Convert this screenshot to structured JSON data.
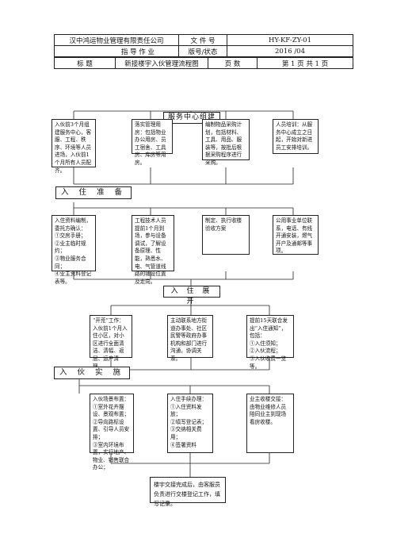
{
  "header": {
    "company": "汉中鸿运物业管理有限责任公司",
    "doc_type": "指 导 作 业",
    "file_no_label": "文 件 号",
    "file_no": "HY-KF-ZY-01",
    "version_label": "版号/状态",
    "version": "2016 /04",
    "title_label": "标 题",
    "title": "新接楼宇入伙管理流程图",
    "page_label": "页 数",
    "page": "第 1 页 共 1 页"
  },
  "top_box": "服务中心组建",
  "row1": [
    "入伙前3个月组建服务中心，客服、工程、秩序、环境等人员进场，入伙前1个月所有人员配齐。",
    "落实管理用房：包括物业办公用房、员工宿舍、工具房、库房等用房。",
    "编制物品采购计划，包括材料、工具、用品、服装等，按批后根据采购程序进行采购。",
    "人员培训：从服务中心成立之日起，开始对新进员工安排培训。"
  ],
  "section1": "入 住 准 备",
  "row2": [
    "入住资料编制，委托方确认：\n①交房手册；\n②业主临时规约；\n③物业服务合同；\n④业主资料登记表等。",
    "工程技术人员提前1个月到场，参与设备调试，了解设备原理、性能，熟悉水、电、气管道线路的铺设位置及走向。",
    "制定、执行收楼验收方案",
    "公用事业单位联系，电话、有线开通安装，燃气开户及通邮等事项。"
  ],
  "section2": "入 住 展 开",
  "row3": [
    "“开荒”工作：入伙前1个月入住小区，对小区进行全面清洁、清幅、返层、运户清理。",
    "主动联系地方街道办事处、社区民警等政府办事机构和部门进行沟通，协调关系。",
    "提前15天联合发出“入住通知”，包括：\n①入住须知；\n②入伙流程；\n③入伙收费一览等。"
  ],
  "section3": "入 伙 实 施",
  "row4": [
    "入伙场景布置：\n①室外花卉摆设、景观布置；\n②导向路标设置、引导人员安排；\n③室内环境布置，实行地产、物业、销售联合办公；",
    "入住手续办理：\n①入住资料发放；\n②填写登记表；\n③交纳相关费用；\n④签署资料",
    "业主收楼交接：由物业维修人员陪同业主到现场看房收楼。"
  ],
  "final_box": "楼宇交接完成后，由客服员负责进行交楼登记工作，填写记录。"
}
